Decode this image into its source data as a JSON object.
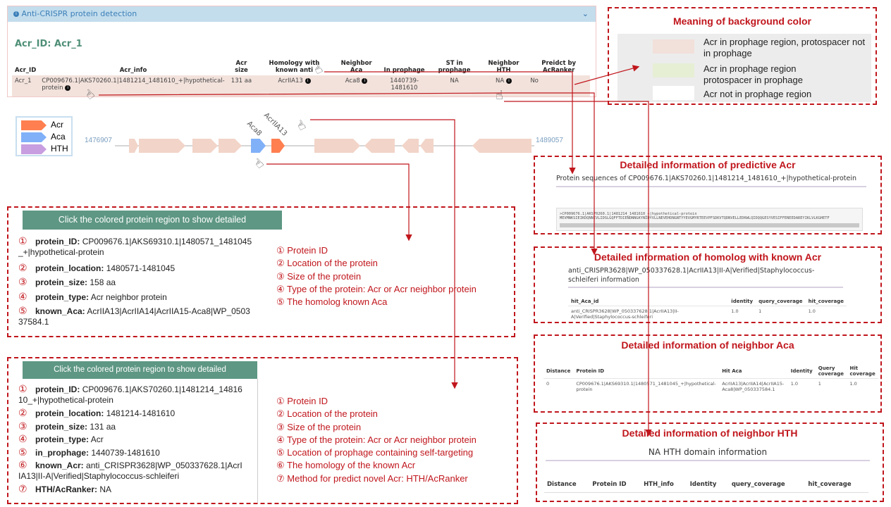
{
  "panel": {
    "header": "Anti-CRISPR protein detection",
    "acr_id_title": "Acr_ID: Acr_1"
  },
  "main_table": {
    "columns": [
      "Acr_ID",
      "Acr_info",
      "Acr size",
      "Homology with known anti",
      "Neighbor Aca",
      "In prophage",
      "ST in prophage",
      "Neighbor HTH",
      "Preidct by AcRanker"
    ],
    "row": {
      "acr_id": "Acr_1",
      "acr_info": "CP009676.1|AKS70260.1|1481214_1481610_+|hypothetical-protein",
      "acr_size": "131 aa",
      "homology": "AcrIIA13",
      "neighbor_aca": "Aca8",
      "in_prophage": "1440739-1481610",
      "st_in_prophage": "NA",
      "neighbor_hth": "NA",
      "acranker": "No"
    },
    "row_color": "#f3e2dc"
  },
  "legend": {
    "items": [
      {
        "label": "Acr",
        "color": "#ff7f50"
      },
      {
        "label": "Aca",
        "color": "#80b0f8"
      },
      {
        "label": "HTH",
        "color": "#c89ee0"
      }
    ]
  },
  "gene_map": {
    "start": "1476907",
    "end": "1489057",
    "labels": {
      "aca": "Aca8",
      "acr": "AcrIIA13"
    },
    "other_color": "#f2d4c8"
  },
  "meaning": {
    "title": "Meaning of background color",
    "rows": [
      {
        "color": "#f2e0da",
        "text": "Acr in prophage region, protospacer not in prophage"
      },
      {
        "color": "#e6efd4",
        "text": "Acr in prophage region protospacer in prophage"
      },
      {
        "color": "#ffffff",
        "text": "Acr not in prophage region"
      }
    ]
  },
  "predictive": {
    "title": "Detailed information of predictive Acr",
    "heading": "Protein sequences of CP009676.1|AKS70260.1|1481214_1481610_+|hypothetical-protein",
    "fasta_header": ">CP009676.1|AKS70260.1|1481214_1481610_+|hypothetical-protein",
    "sequence": "MEVMNKSIEIKDQNNIVLIDSLGQFFTDIENDNNGKYNIDYVLLNEVEHDNGNTYYEVGMYRTEEVPFSDKVTQDNVELLEDKWLQIDQQGESYVESIFFENEEDAREYIKLVLKGHETF"
  },
  "homolog": {
    "title": "Detailed information of homolog with known Acr",
    "heading": "anti_CRISPR3628|WP_050337628.1|AcrIIA13|II-A|Verified|Staphylococcus-schleiferi information",
    "columns": [
      "hit_Aca_id",
      "identity",
      "query_coverage",
      "hit_coverage"
    ],
    "row": [
      "anti_CRISPR3628|WP_050337628.1|AcrIIA13|II-A|Verified|Staphylococcus-schleiferi",
      "1.0",
      "1",
      "1.0"
    ]
  },
  "neighbor_aca": {
    "title": "Detailed information of neighbor Aca",
    "columns": [
      "Distance",
      "Protein ID",
      "Hit Aca",
      "Identity",
      "Query coverage",
      "Hit coverage"
    ],
    "row": [
      "0",
      "CP009676.1|AKS69310.1|1480571_1481045_+|hypothetical-protein",
      "AcrIIA13|AcrIIA14|AcrIIA15-Aca8|WP_050337584.1",
      "1.0",
      "1",
      "1.0"
    ]
  },
  "neighbor_hth": {
    "title": "Detailed information of neighbor HTH",
    "heading": "NA HTH domain information",
    "columns": [
      "Distance",
      "Protein ID",
      "HTH_info",
      "Identity",
      "query_coverage",
      "hit_coverage"
    ]
  },
  "aca_detail": {
    "header": "Click the colored protein region to show detailed",
    "fields": [
      {
        "num": "①",
        "key": "protein_ID:",
        "value": "CP009676.1|AKS69310.1|1480571_1481045_+|hypothetical-protein"
      },
      {
        "num": "②",
        "key": "protein_location:",
        "value": "1480571-1481045"
      },
      {
        "num": "③",
        "key": "protein_size:",
        "value": "158 aa"
      },
      {
        "num": "④",
        "key": "protein_type:",
        "value": "Acr neighbor protein"
      },
      {
        "num": "⑤",
        "key": "known_Aca:",
        "value": "AcrIIA13|AcrIIA14|AcrIIA15-Aca8|WP_050337584.1"
      }
    ],
    "legend": [
      "① Protein ID",
      "② Location of the protein",
      "③ Size of the protein",
      "④ Type of the protein: Acr or Acr neighbor protein",
      "⑤ The homolog known Aca"
    ]
  },
  "acr_detail": {
    "header": "Click the colored protein region to show detailed",
    "fields": [
      {
        "num": "①",
        "key": "protein_ID:",
        "value": "CP009676.1|AKS70260.1|1481214_1481610_+|hypothetical-protein"
      },
      {
        "num": "②",
        "key": "protein_location:",
        "value": "1481214-1481610"
      },
      {
        "num": "③",
        "key": "protein_size:",
        "value": "131 aa"
      },
      {
        "num": "④",
        "key": "protein_type:",
        "value": "Acr"
      },
      {
        "num": "⑤",
        "key": "in_prophage:",
        "value": "1440739-1481610"
      },
      {
        "num": "⑥",
        "key": "known_Acr:",
        "value": "anti_CRISPR3628|WP_050337628.1|AcrIIA13|II-A|Verified|Staphylococcus-schleiferi"
      },
      {
        "num": "⑦",
        "key": "HTH/AcRanker:",
        "value": "NA"
      }
    ],
    "legend": [
      "① Protein ID",
      "② Location of the protein",
      "③ Size of the protein",
      "④ Type of the protein: Acr or Acr neighbor protein",
      "⑤ Location of prophage containing self-targeting",
      "⑥ The homology of the known Acr",
      "⑦ Method for predict novel Acr: HTH/AcRanker"
    ]
  },
  "accent_red": "#c0161c"
}
